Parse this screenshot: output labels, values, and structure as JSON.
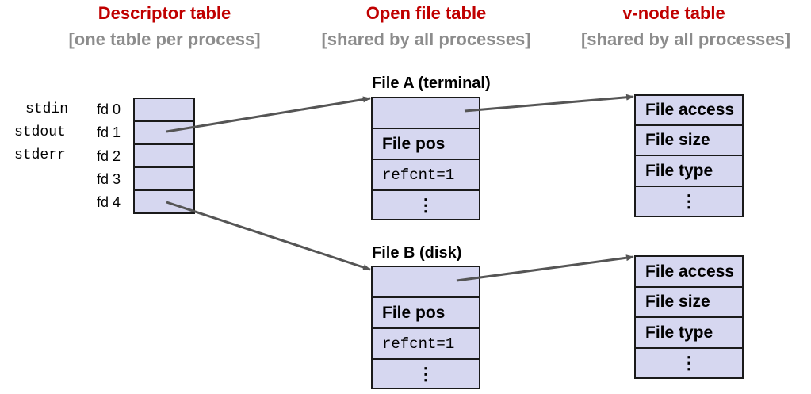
{
  "headers": [
    {
      "title": "Descriptor table",
      "subtitle": "[one table per process]"
    },
    {
      "title": "Open file table",
      "subtitle": "[shared by all processes]"
    },
    {
      "title": "v-node table",
      "subtitle": "[shared by all processes]"
    }
  ],
  "descriptor_table": {
    "std_labels": [
      "stdin",
      "stdout",
      "stderr"
    ],
    "fd_labels": [
      "fd 0",
      "fd 1",
      "fd 2",
      "fd 3",
      "fd 4"
    ]
  },
  "open_files": [
    {
      "label": "File A (terminal)",
      "pos": "File pos",
      "refcnt": "refcnt=1",
      "more": "⋮"
    },
    {
      "label": "File B (disk)",
      "pos": "File pos",
      "refcnt": "refcnt=1",
      "more": "⋮"
    }
  ],
  "vnodes": [
    {
      "access": "File access",
      "size": "File size",
      "type": "File type",
      "more": "⋮"
    },
    {
      "access": "File access",
      "size": "File size",
      "type": "File type",
      "more": "⋮"
    }
  ],
  "colors": {
    "title": "#c00000",
    "subtitle": "#8c8c8c",
    "cell_fill": "#d6d7f0",
    "arrow": "#555555"
  }
}
